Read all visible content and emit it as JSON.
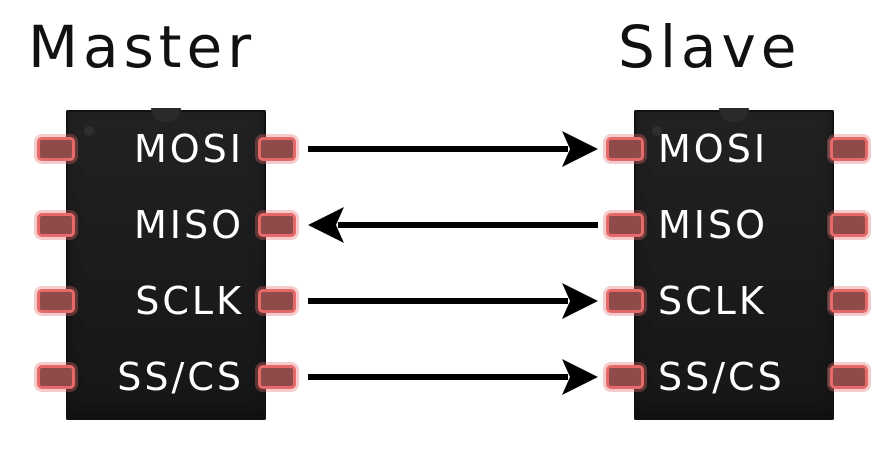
{
  "master": {
    "title": "Master",
    "pins": [
      "MOSI",
      "MISO",
      "SCLK",
      "SS/CS"
    ]
  },
  "slave": {
    "title": "Slave",
    "pins": [
      "MOSI",
      "MISO",
      "SCLK",
      "SS/CS"
    ]
  },
  "connections": [
    {
      "from": "master",
      "to": "slave",
      "signal": "MOSI"
    },
    {
      "from": "slave",
      "to": "master",
      "signal": "MISO"
    },
    {
      "from": "master",
      "to": "slave",
      "signal": "SCLK"
    },
    {
      "from": "master",
      "to": "slave",
      "signal": "SS/CS"
    }
  ],
  "colors": {
    "chip_body": "#1b1b1b",
    "pin_fill": "#8f4a4a",
    "pin_border": "#e66a6a",
    "arrow": "#000000",
    "text_dark": "#111111",
    "text_light": "#ffffff"
  }
}
